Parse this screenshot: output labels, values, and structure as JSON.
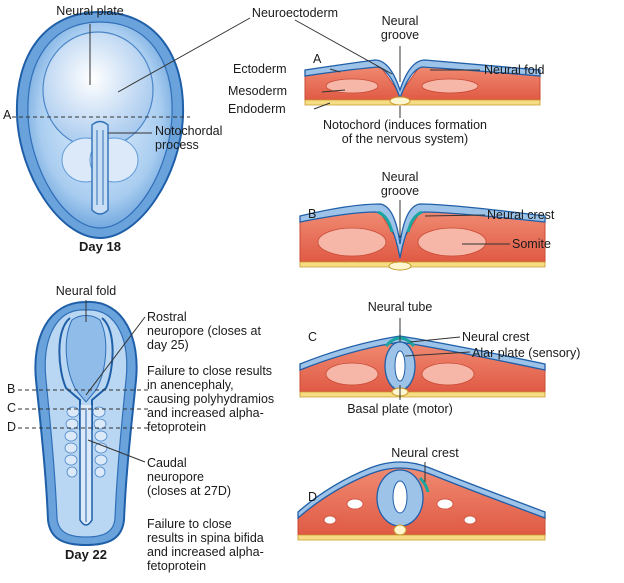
{
  "labels": {
    "neural_plate": "Neural plate",
    "neuroectoderm": "Neuroectoderm",
    "neural_groove_a": "Neural\ngroove",
    "ectoderm": "Ectoderm",
    "mesoderm": "Mesoderm",
    "endoderm": "Endoderm",
    "neural_fold_a": "Neural fold",
    "notochord": "Notochord (induces formation\nof the nervous system)",
    "notochordal_process": "Notochordal\nprocess",
    "day18": "Day 18",
    "neural_groove_b": "Neural\ngroove",
    "neural_crest_b": "Neural crest",
    "somite": "Somite",
    "neural_fold_22": "Neural fold",
    "rostral": "Rostral\nneuropore (closes at\nday 25)",
    "anencephaly": "Failure to close results\nin anencephaly,\ncausing polyhydramios\nand increased alpha-\nfetoprotein",
    "neural_tube": "Neural tube",
    "neural_crest_c": "Neural crest",
    "alar_plate": "Alar plate (sensory)",
    "basal_plate": "Basal plate (motor)",
    "caudal": "Caudal\nneuropore\n(closes at 27D)",
    "spina_bifida": "Failure to close\nresults in spina bifida\nand increased alpha-\nfetoprotein",
    "neural_crest_d": "Neural crest",
    "day22": "Day 22"
  },
  "section_letters": {
    "A": "A",
    "B": "B",
    "C": "C",
    "D": "D",
    "A_section": "A",
    "B_section": "B",
    "C_section": "C",
    "D_section": "D"
  },
  "colors": {
    "ectoderm_blue": "#9ec3e8",
    "outline_blue": "#1f5fa8",
    "mesoderm_red": "#e9735f",
    "mesoderm_light": "#f6b7a8",
    "endoderm_yellow": "#f7dc86",
    "neural_crest_teal": "#1aa5a0"
  }
}
